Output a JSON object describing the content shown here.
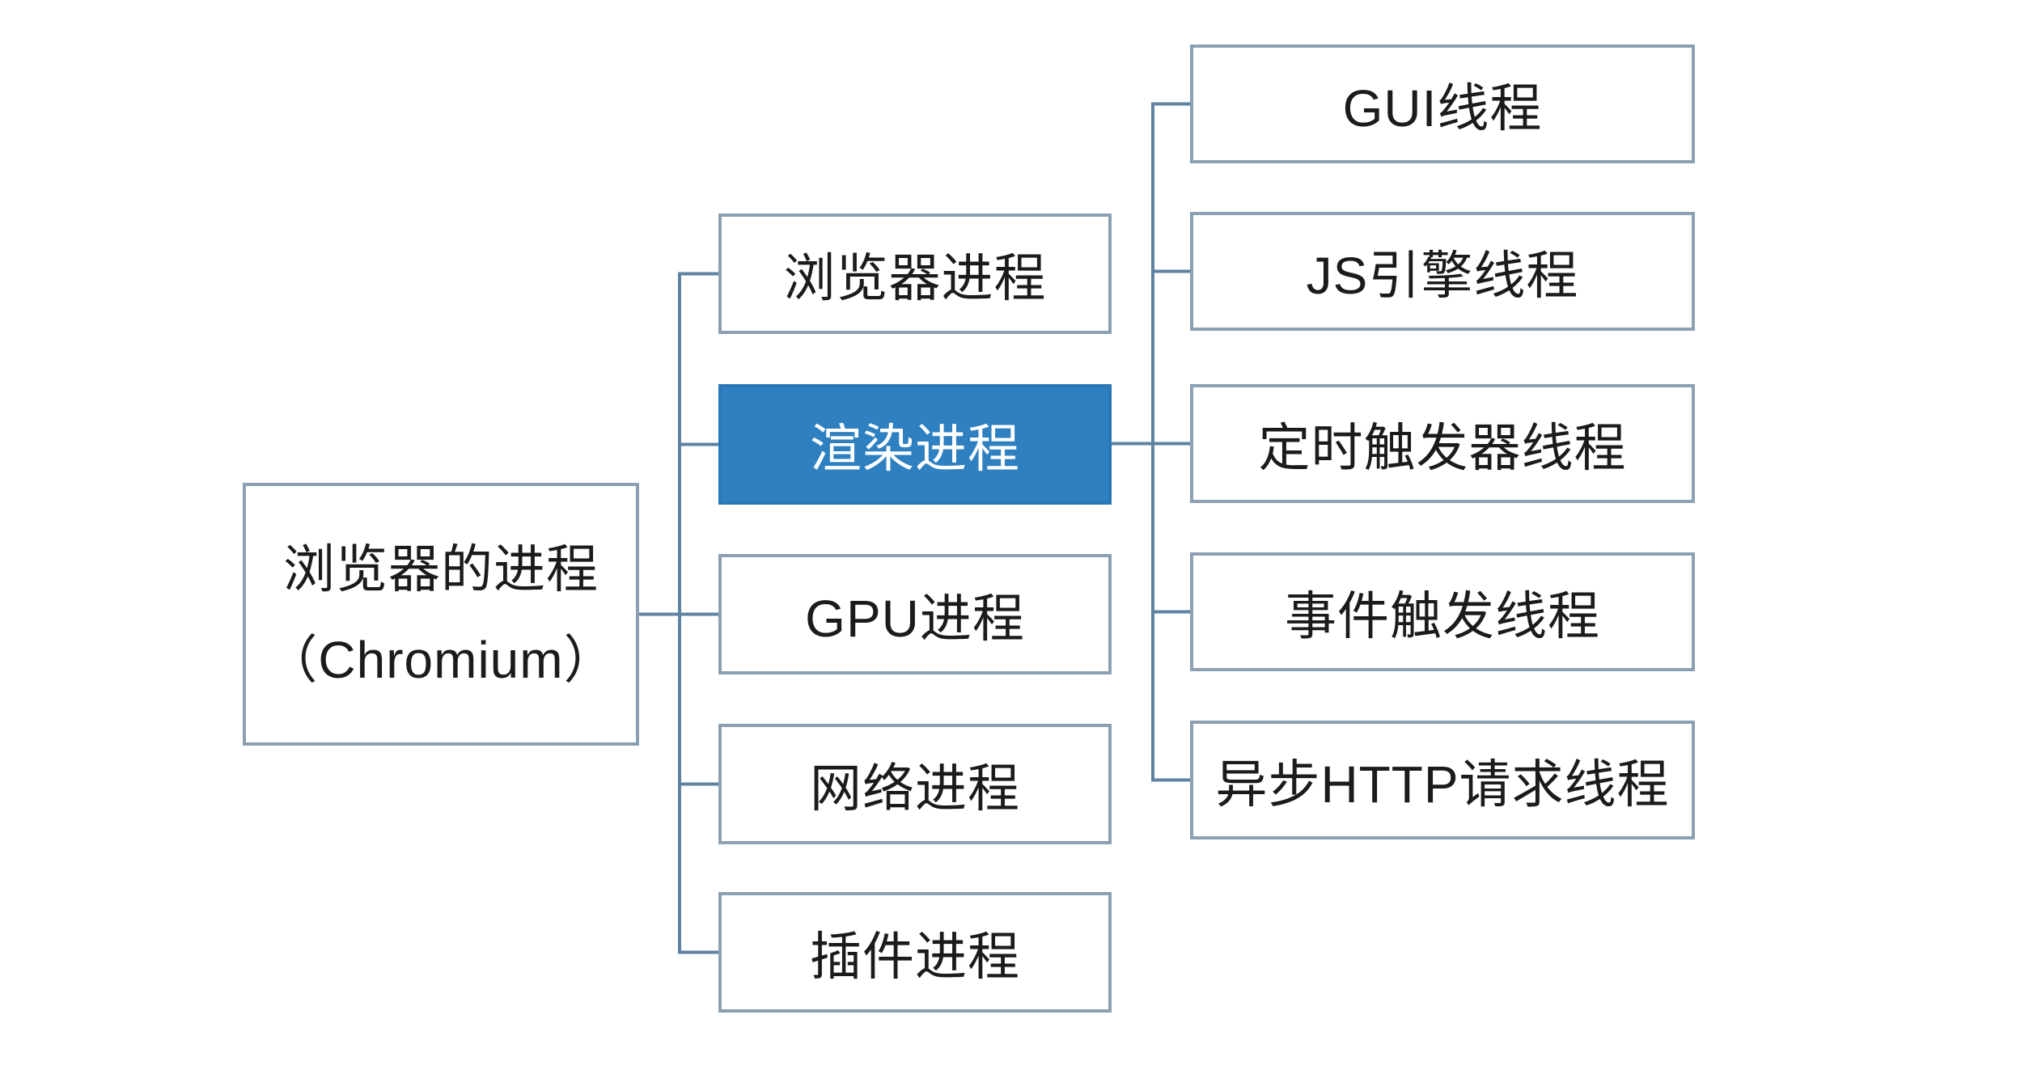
{
  "diagram": {
    "title_semantic": "Chromium browser process / thread architecture",
    "root": {
      "line1": "浏览器的进程",
      "line2": "（Chromium）"
    },
    "processes": [
      {
        "label": "浏览器进程",
        "highlighted": false
      },
      {
        "label": "渲染进程",
        "highlighted": true
      },
      {
        "label": "GPU进程",
        "highlighted": false
      },
      {
        "label": "网络进程",
        "highlighted": false
      },
      {
        "label": "插件进程",
        "highlighted": false
      }
    ],
    "threads": [
      {
        "label": "GUI线程"
      },
      {
        "label": "JS引擎线程"
      },
      {
        "label": "定时触发器线程"
      },
      {
        "label": "事件触发线程"
      },
      {
        "label": "异步HTTP请求线程"
      }
    ],
    "colors": {
      "background": "#ffffff",
      "box_fill": "#ffffff",
      "box_border": "#8ba0b2",
      "highlight_fill": "#2e80c1",
      "highlight_border": "#2a77b5",
      "highlight_text": "#ffffff",
      "text": "#1b1b1b",
      "connector": "#5e82a2"
    }
  }
}
